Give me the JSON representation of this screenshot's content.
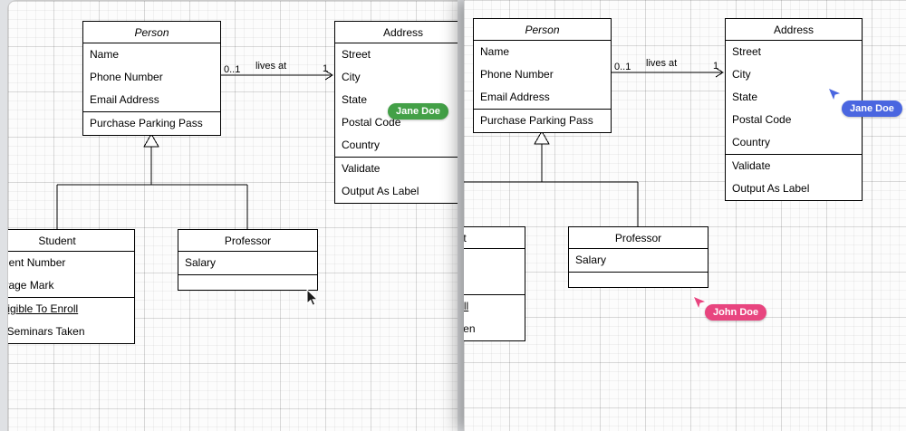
{
  "diagram": {
    "person": {
      "title": "Person",
      "attributes": [
        "Name",
        "Phone Number",
        "Email Address"
      ],
      "methods": [
        "Purchase Parking Pass"
      ]
    },
    "address": {
      "title": "Address",
      "attributes": [
        "Street",
        "City",
        "State",
        "Postal Code",
        "Country"
      ],
      "methods": [
        "Validate",
        "Output As Label"
      ]
    },
    "student": {
      "title": "Student",
      "attributes": [
        "Student Number",
        "Average Mark"
      ],
      "methods": [
        "Is Eligible To Enroll",
        "Get Seminars Taken"
      ]
    },
    "professor": {
      "title": "Professor",
      "attributes": [
        "Salary"
      ]
    },
    "association": {
      "label": "lives at",
      "source_multiplicity": "0..1",
      "target_multiplicity": "1"
    }
  },
  "collaborators": {
    "jane": {
      "name": "Jane Doe"
    },
    "john": {
      "name": "John Doe"
    },
    "colors": {
      "jane_left_pill": "#43a047",
      "jane_right_pill": "#4a66e0",
      "john_pill": "#e8457f"
    }
  }
}
